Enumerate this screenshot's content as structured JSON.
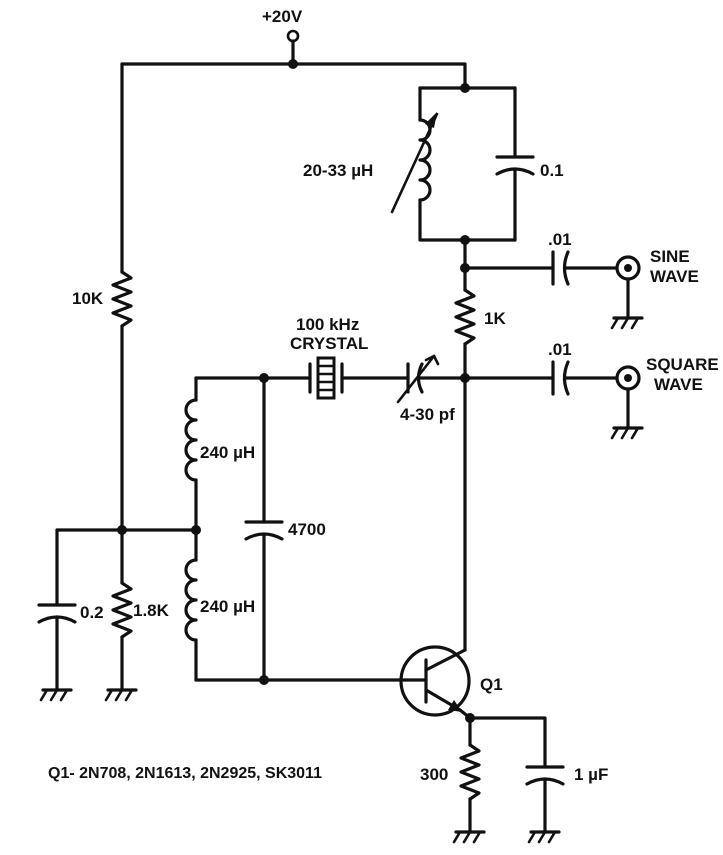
{
  "labels": {
    "supply": "+20V",
    "inductor_tank": "20-33 µH",
    "cap_tank": "0.1",
    "cap_sine": ".01",
    "sine_line1": "SINE",
    "sine_line2": "WAVE",
    "res_10k": "10K",
    "res_1k": "1K",
    "crystal_line1": "100 kHz",
    "crystal_line2": "CRYSTAL",
    "cap_square": ".01",
    "square_line1": "SQUARE",
    "square_line2": "WAVE",
    "trimmer": "4-30 pf",
    "inductor_top": "240 µH",
    "cap_4700": "4700",
    "cap_02": "0.2",
    "res_18k": "1.8K",
    "inductor_bottom": "240 µH",
    "transistor": "Q1",
    "res_300": "300",
    "cap_1uf": "1 µF",
    "note": "Q1- 2N708, 2N1613, 2N2925, SK3011"
  },
  "colors": {
    "ink": "#111111",
    "paper": "#ffffff"
  }
}
